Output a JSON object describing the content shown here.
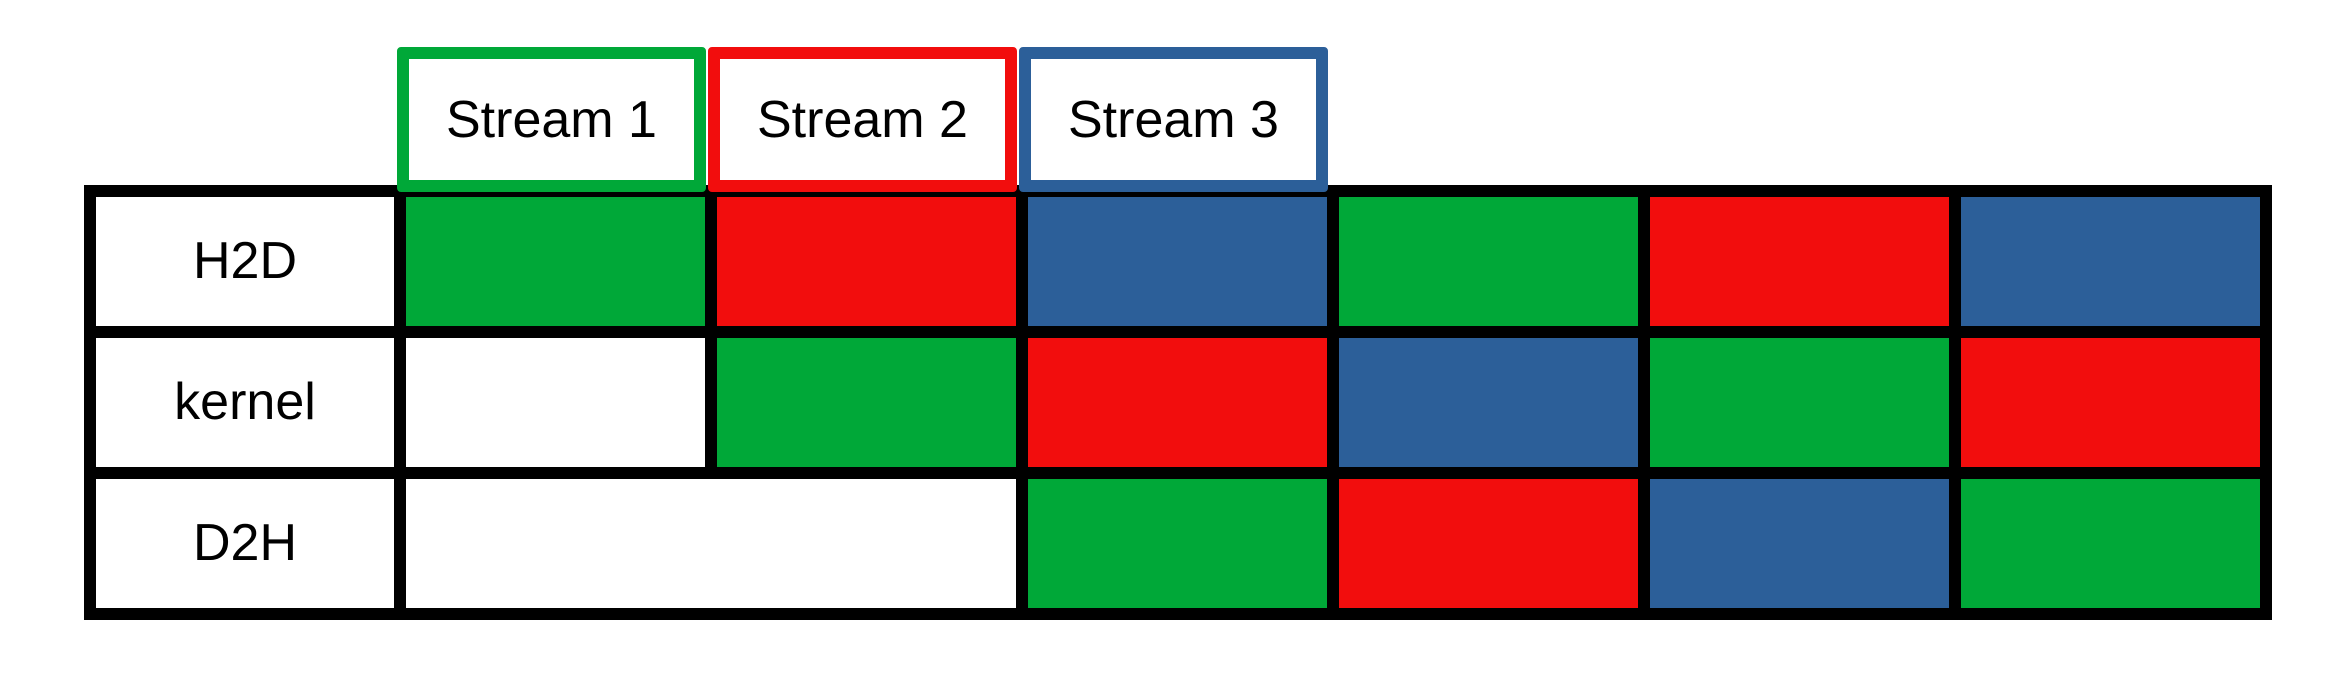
{
  "colors": {
    "stream_1": "#00a838",
    "stream_2": "#f20d0d",
    "stream_3": "#2c5f99",
    "empty": "#ffffff",
    "grid": "#000000"
  },
  "streams": [
    {
      "label": "Stream 1",
      "color_key": "stream_1"
    },
    {
      "label": "Stream 2",
      "color_key": "stream_2"
    },
    {
      "label": "Stream 3",
      "color_key": "stream_3"
    }
  ],
  "rows": [
    {
      "label": "H2D",
      "cells": [
        1,
        2,
        3,
        1,
        2,
        3
      ]
    },
    {
      "label": "kernel",
      "cells": [
        0,
        1,
        2,
        3,
        1,
        2
      ]
    },
    {
      "label": "D2H",
      "cells": [
        0,
        0,
        1,
        2,
        3,
        1
      ]
    }
  ]
}
